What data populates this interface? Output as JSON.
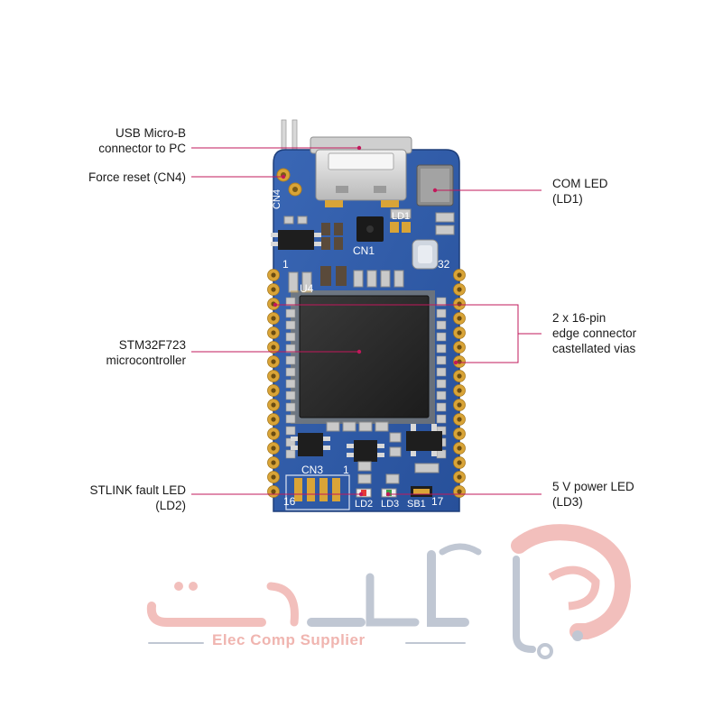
{
  "labels": {
    "usb": [
      "USB Micro-B",
      "connector to PC"
    ],
    "reset": [
      "Force reset (CN4)"
    ],
    "mcu": [
      "STM32F723",
      "microcontroller"
    ],
    "stlink": [
      "STLINK fault LED",
      "(LD2)"
    ],
    "com": [
      "COM LED",
      "(LD1)"
    ],
    "edge": [
      "2 x 16-pin",
      "edge connector",
      "castellated vias"
    ],
    "power": [
      "5 V power LED",
      "(LD3)"
    ]
  },
  "silkscreen": {
    "cn4": "CN4",
    "cn1": "CN1",
    "ld1": "LD1",
    "u4": "U4",
    "pin1": "1",
    "pin32": "32",
    "cn3": "CN3",
    "cn3_pin1": "1",
    "pin16": "16",
    "pin17": "17",
    "ld2": "LD2",
    "ld3": "LD3",
    "sb1": "SB1"
  },
  "watermark": {
    "subtitle": "Elec Comp Supplier"
  },
  "colors": {
    "board": "#2f5aa6",
    "board_edge": "#1f3f7a",
    "gold": "#d9a437",
    "chip": "#2b2b2b",
    "callout": "#c2185b",
    "watermark_red": "#e88c86",
    "watermark_grey": "#8e9bb0"
  }
}
